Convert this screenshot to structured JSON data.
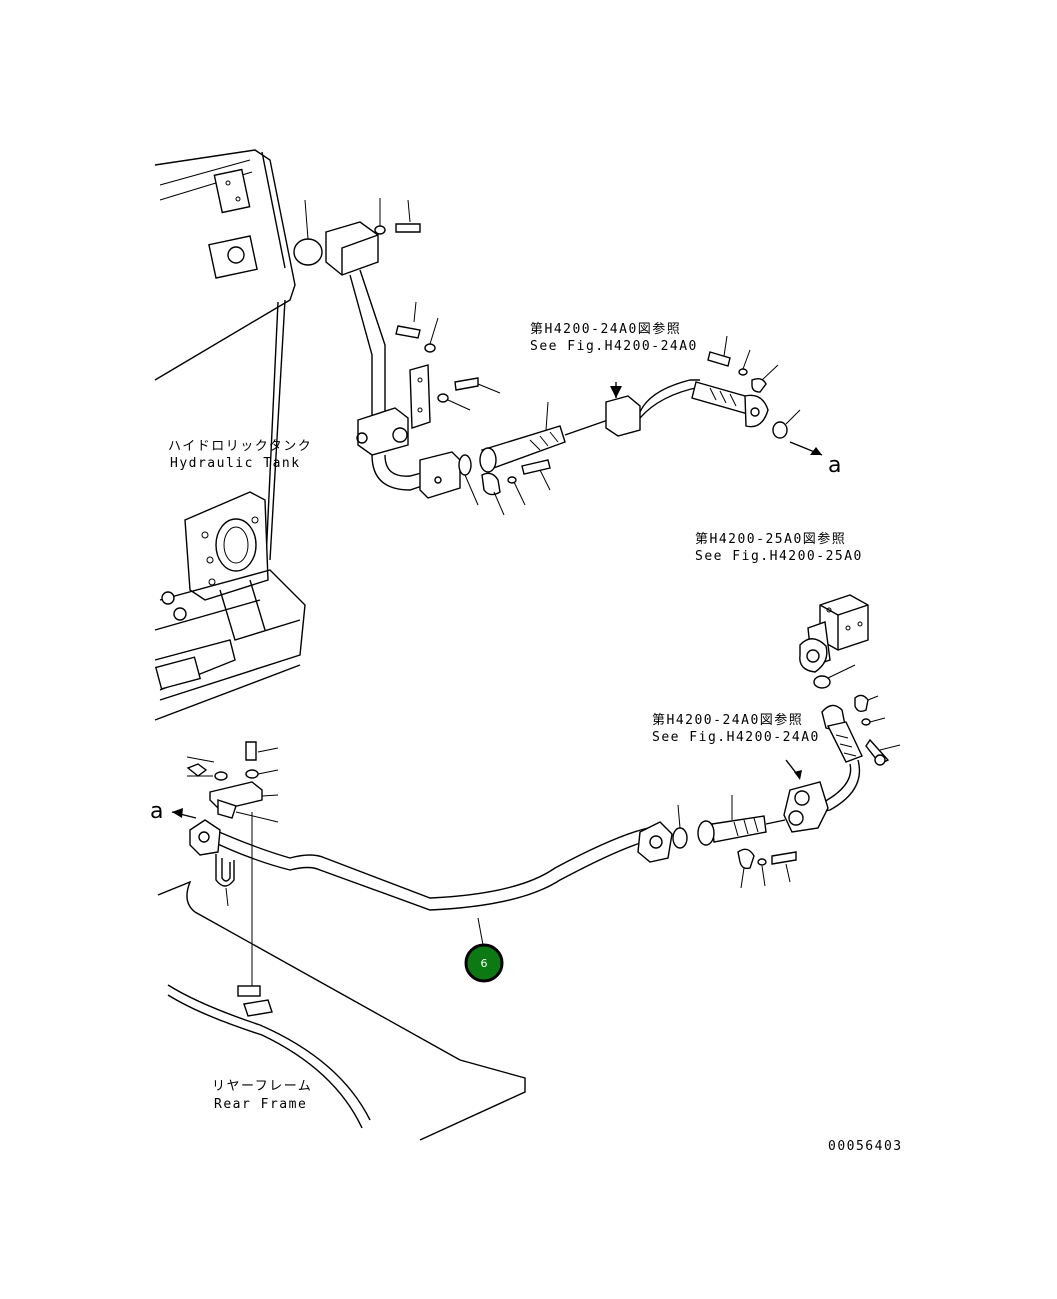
{
  "colors": {
    "callout_fill": "#0b7a12",
    "line": "#000000",
    "background": "#ffffff"
  },
  "labels": {
    "hydraulic_tank_jp": "ハイドロリックタンク",
    "hydraulic_tank_en": "Hydraulic Tank",
    "rear_frame_jp": "リヤーフレーム",
    "rear_frame_en": "Rear Frame",
    "ref1_jp": "第H4200-24A0図参照",
    "ref1_en": "See Fig.H4200-24A0",
    "ref2_jp": "第H4200-25A0図参照",
    "ref2_en": "See Fig.H4200-25A0",
    "ref3_jp": "第H4200-24A0図参照",
    "ref3_en": "See Fig.H4200-24A0",
    "arrow_a_right": "a",
    "arrow_a_left": "a",
    "drawing_number": "00056403"
  },
  "callout": {
    "number": "6"
  }
}
